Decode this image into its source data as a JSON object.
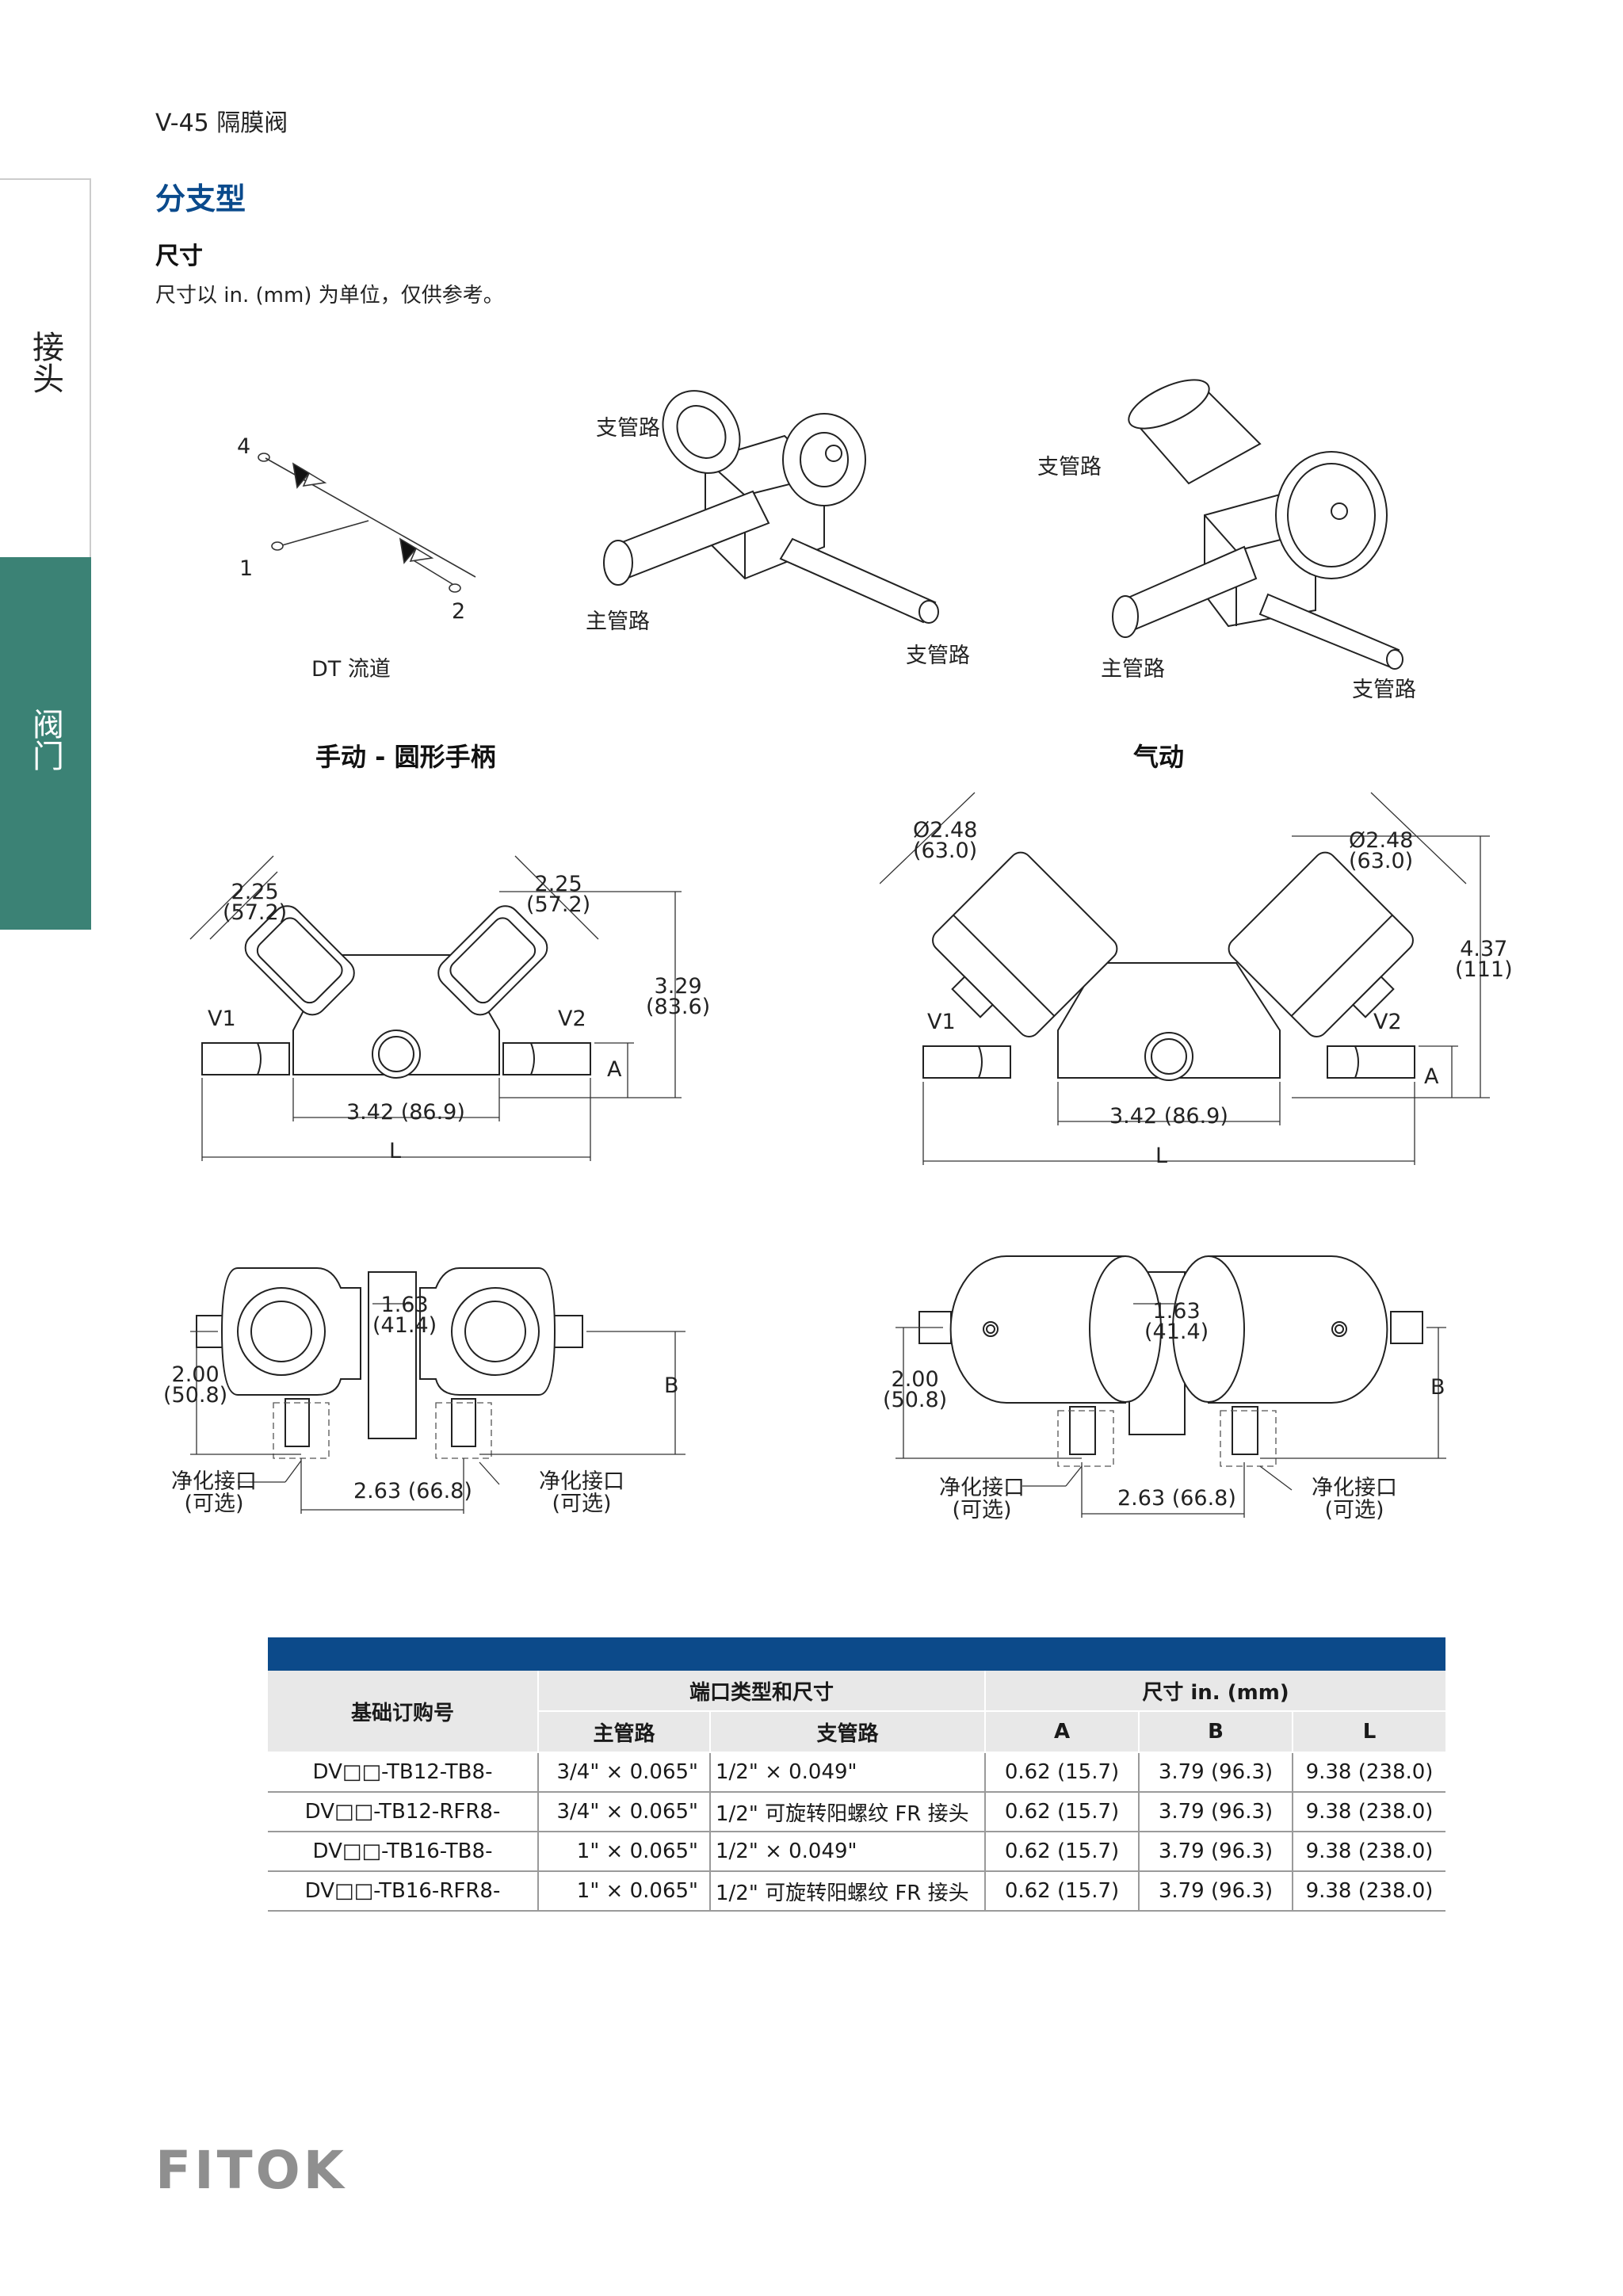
{
  "header": {
    "title": "V-45  隔膜阀"
  },
  "section": {
    "title": "分支型"
  },
  "dimensions": {
    "title": "尺寸",
    "note": "尺寸以 in. (mm) 为单位，仅供参考。"
  },
  "sidebar": {
    "top_tab": "接头",
    "active_tab": "阀门"
  },
  "figures": {
    "flow_caption": "DT 流道",
    "flow_ports": [
      "4",
      "1",
      "2"
    ],
    "branch": "支管路",
    "main": "主管路",
    "manual_caption": "手动 - 圆形手柄",
    "pneumatic_caption": "气动",
    "dims": {
      "handle_dia": "2.25",
      "handle_dia_mm": "(57.2)",
      "height_manual": "3.29",
      "height_manual_mm": "(83.6)",
      "body_width": "3.42 (86.9)",
      "actuator_dia": "2.48",
      "actuator_dia_mm": "(63.0)",
      "height_pneu": "4.37",
      "height_pneu_mm": "(111)",
      "side_width": "1.63",
      "side_width_mm": "(41.4)",
      "side_height": "2.00",
      "side_height_mm": "(50.8)",
      "port_spacing": "2.63 (66.8)",
      "purge_port": "净化接口",
      "optional": "(可选)",
      "v1": "V1",
      "v2": "V2",
      "a": "A",
      "b": "B",
      "l": "L",
      "dia_symbol": "Ø"
    }
  },
  "table": {
    "headers": {
      "order_no": "基础订购号",
      "port_group": "端口类型和尺寸",
      "dim_group": "尺寸 in. (mm)",
      "main": "主管路",
      "branch": "支管路",
      "a": "A",
      "b": "B",
      "l": "L"
    },
    "rows": [
      {
        "order": "DV□□-TB12-TB8-",
        "main": "3/4\" × 0.065\"",
        "branch": "1/2\" × 0.049\"",
        "a": "0.62 (15.7)",
        "b": "3.79 (96.3)",
        "l": "9.38 (238.0)"
      },
      {
        "order": "DV□□-TB12-RFR8-",
        "main": "3/4\" × 0.065\"",
        "branch": "1/2\" 可旋转阳螺纹 FR 接头",
        "a": "0.62 (15.7)",
        "b": "3.79 (96.3)",
        "l": "9.38 (238.0)"
      },
      {
        "order": "DV□□-TB16-TB8-",
        "main": "1\" × 0.065\"",
        "branch": "1/2\" × 0.049\"",
        "a": "0.62 (15.7)",
        "b": "3.79 (96.3)",
        "l": "9.38 (238.0)"
      },
      {
        "order": "DV□□-TB16-RFR8-",
        "main": "1\" × 0.065\"",
        "branch": "1/2\" 可旋转阳螺纹 FR 接头",
        "a": "0.62 (15.7)",
        "b": "3.79 (96.3)",
        "l": "9.38 (238.0)"
      }
    ]
  },
  "footer": {
    "logo": "FITOK"
  }
}
